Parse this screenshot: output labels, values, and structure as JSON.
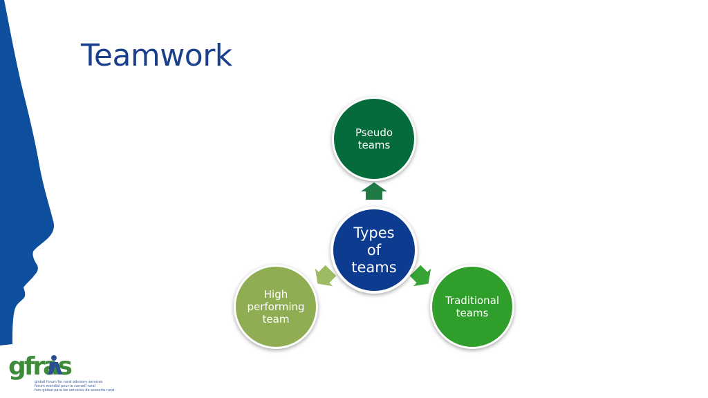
{
  "slide": {
    "title": "Teamwork"
  },
  "diagram": {
    "center": {
      "label": "Types\nof\nteams",
      "color": "#0c3b8f"
    },
    "nodes": [
      {
        "id": "pseudo",
        "label": "Pseudo\nteams",
        "color": "#066b3a"
      },
      {
        "id": "traditional",
        "label": "Traditional\nteams",
        "color": "#2f9e2a"
      },
      {
        "id": "high-performing",
        "label": "High\nperforming\nteam",
        "color": "#8fae53"
      }
    ]
  },
  "logo": {
    "wordmark": "gfras",
    "tagline": [
      "global forum for rural advisory services",
      "forum mondial pour le conseil rural",
      "foro global para los servicios de asesoría rural"
    ]
  },
  "colors": {
    "title": "#1a3f8c",
    "profile": "#0d4f9c",
    "logo_green": "#3d8a3a",
    "logo_blue": "#2c4f93"
  }
}
